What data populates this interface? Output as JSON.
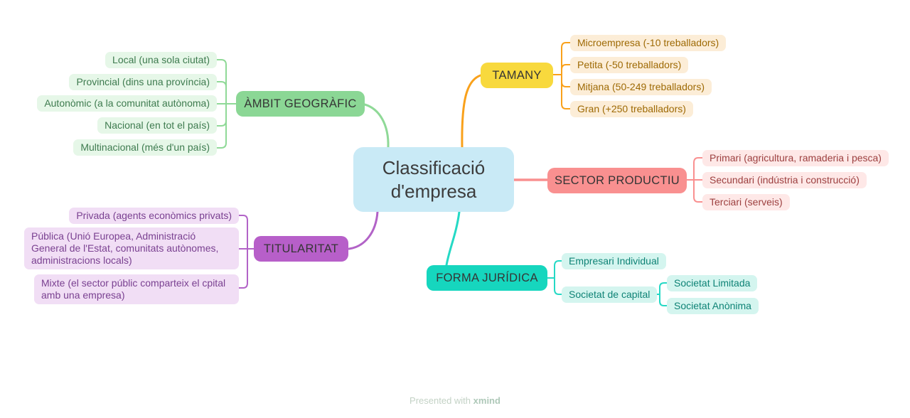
{
  "central": {
    "title": "Classificació\nd'empresa",
    "bg": "#c9eaf6"
  },
  "branches": [
    {
      "key": "ambit",
      "label": "ÀMBIT GEOGRÀFIC",
      "node_color": "#8bd795",
      "line_color": "#8fd997",
      "child_bg": "#e6f7e8",
      "child_text_color": "#3e7b4f",
      "children": [
        "Local (una sola ciutat)",
        "Provincial (dins una província)",
        "Autonòmic (a la comunitat autònoma)",
        "Nacional (en tot el país)",
        "Multinacional (més d'un país)"
      ]
    },
    {
      "key": "tamany",
      "label": "TAMANY",
      "node_color": "#f8d93d",
      "line_color": "#f9a11b",
      "child_bg": "#fcedd7",
      "child_text_color": "#9e6a05",
      "children": [
        "Microempresa (-10 treballadors)",
        "Petita (-50 treballadors)",
        "Mitjana (50-249 treballadors)",
        "Gran (+250 treballadors)"
      ]
    },
    {
      "key": "sector",
      "label": "SECTOR PRODUCTIU",
      "node_color": "#f99090",
      "line_color": "#f99090",
      "child_bg": "#fee8e7",
      "child_text_color": "#9c3f3f",
      "children": [
        "Primari (agricultura, ramaderia i pesca)",
        "Secundari (indústria i construcció)",
        "Terciari (serveis)"
      ]
    },
    {
      "key": "titularitat",
      "label": "TITULARITAT",
      "node_color": "#b75fc9",
      "line_color": "#b263c7",
      "child_bg": "#f1def5",
      "child_text_color": "#7a4191",
      "children": [
        "Privada (agents econòmics privats)",
        "Pública (Unió Europea, Administració General de l'Estat, comunitats autònomes, administracions locals)",
        "Mixte (el sector públic comparteix el cpital amb una empresa)"
      ]
    },
    {
      "key": "forma",
      "label": "FORMA JURÍDICA",
      "node_color": "#16d6be",
      "line_color": "#25d9c5",
      "child_bg": "#d4f5ef",
      "child_text_color": "#0f8376",
      "children": [
        "Empresari Individual",
        "Societat de capital"
      ],
      "subchildren": [
        "Societat Limitada",
        "Societat Anònima"
      ]
    }
  ],
  "watermark": {
    "prefix": "Presented with",
    "brand": "xmind"
  }
}
